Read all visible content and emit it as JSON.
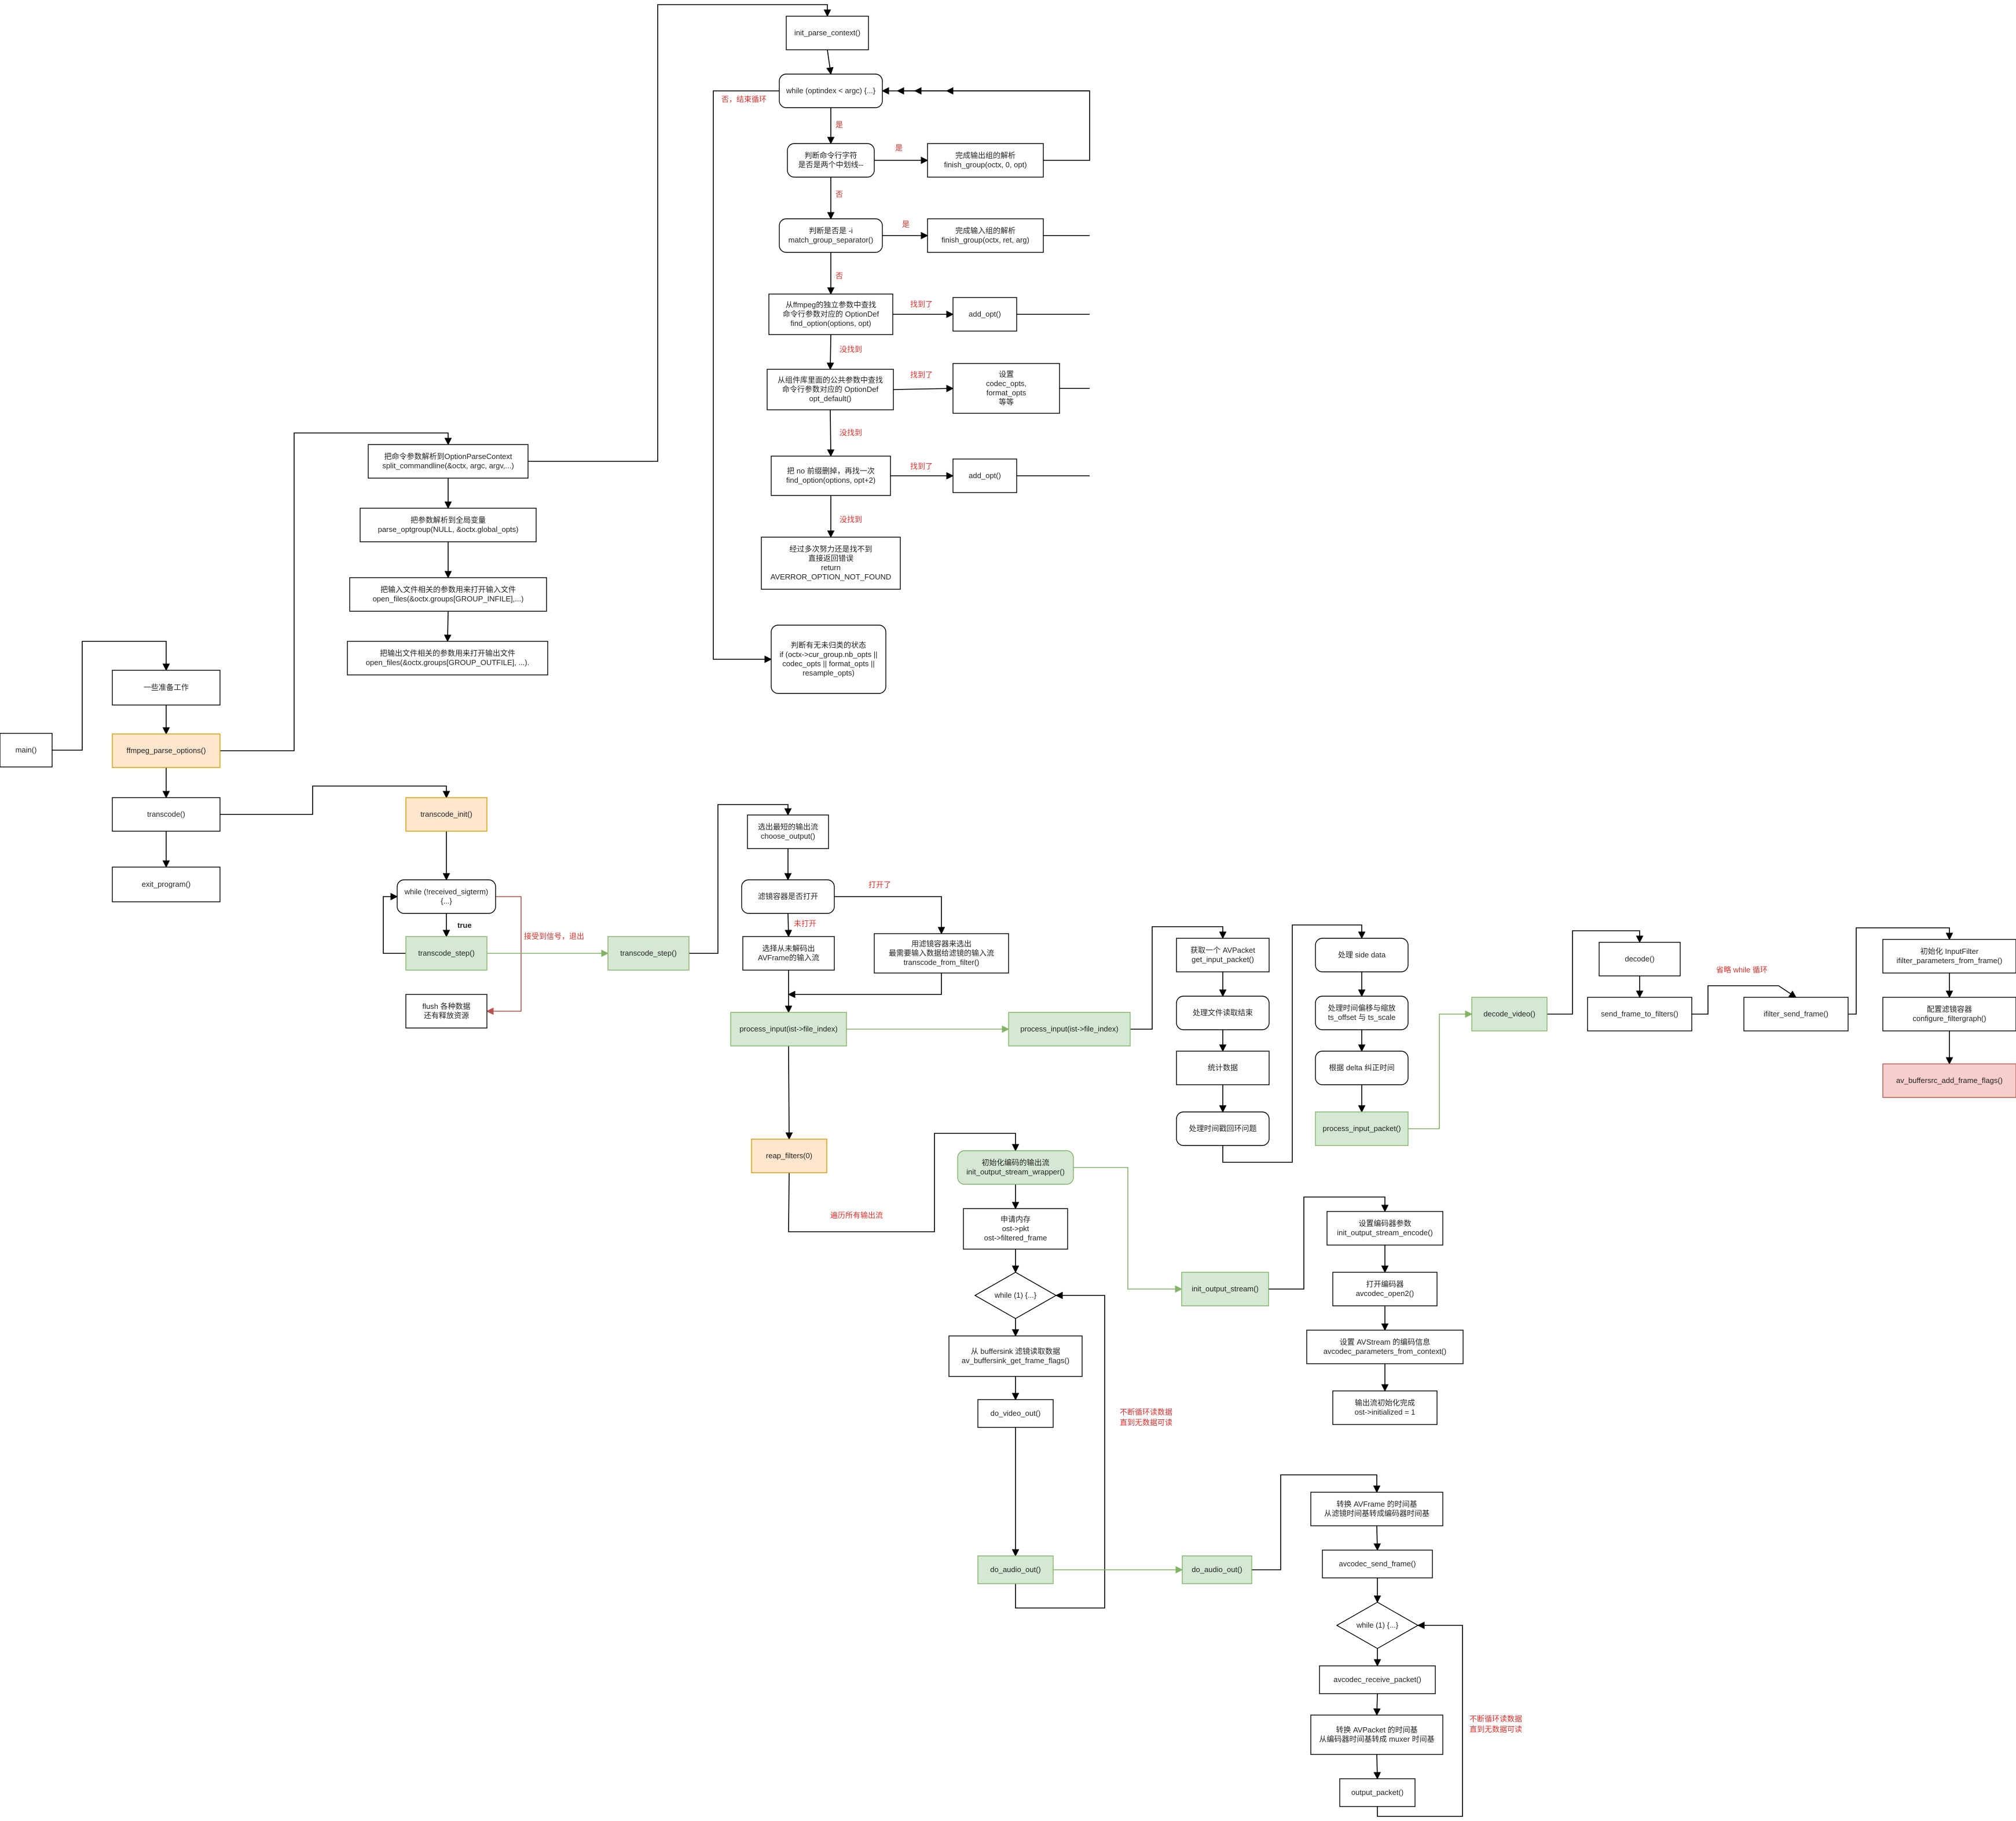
{
  "colors": {
    "line": "#000000",
    "green_line": "#82b366",
    "red_line": "#b85450",
    "label_red": "#e0312b",
    "fill_white": "#ffffff",
    "fill_orange": "#ffe6cc",
    "stroke_orange": "#d79b00",
    "fill_green": "#d5e8d4",
    "stroke_green": "#82b366",
    "fill_red": "#f8cecc",
    "stroke_red": "#b85450"
  },
  "nodes": [
    {
      "id": "main",
      "shape": "rect",
      "style": "plain",
      "lines": [
        "main()"
      ]
    },
    {
      "id": "prep",
      "shape": "rect",
      "style": "plain",
      "lines": [
        "一些准备工作"
      ]
    },
    {
      "id": "parse_opts",
      "shape": "rect",
      "style": "orange",
      "lines": [
        "ffmpeg_parse_options()"
      ]
    },
    {
      "id": "transcode",
      "shape": "rect",
      "style": "plain",
      "lines": [
        "transcode()"
      ]
    },
    {
      "id": "exit_program",
      "shape": "rect",
      "style": "plain",
      "lines": [
        "exit_program()"
      ]
    },
    {
      "id": "split_cmd",
      "shape": "rect",
      "style": "plain",
      "lines": [
        "把命令参数解析到OptionParseContext",
        "split_commandline(&octx, argc, argv,...)"
      ]
    },
    {
      "id": "parse_optgroup",
      "shape": "rect",
      "style": "plain",
      "lines": [
        "把参数解析到全局变量",
        "parse_optgroup(NULL, &octx.global_opts)"
      ]
    },
    {
      "id": "open_in",
      "shape": "rect",
      "style": "plain",
      "lines": [
        "把输入文件相关的参数用来打开输入文件",
        "open_files(&octx.groups[GROUP_INFILE],...)"
      ]
    },
    {
      "id": "open_out",
      "shape": "rect",
      "style": "plain",
      "lines": [
        "把输出文件相关的参数用来打开输出文件",
        "open_files(&octx.groups[GROUP_OUTFILE], ...)."
      ]
    },
    {
      "id": "init_parse",
      "shape": "rect",
      "style": "plain",
      "lines": [
        "init_parse_context()"
      ]
    },
    {
      "id": "while_opt",
      "shape": "round",
      "style": "plain",
      "lines": [
        "while (optindex < argc) {...}"
      ]
    },
    {
      "id": "judge_sep",
      "shape": "round",
      "style": "plain",
      "lines": [
        "判断命令行字符",
        "是否是两个中划线--"
      ]
    },
    {
      "id": "finish_out",
      "shape": "rect",
      "style": "plain",
      "lines": [
        "完成输出组的解析",
        "finish_group(octx, 0, opt)"
      ]
    },
    {
      "id": "judge_i",
      "shape": "round",
      "style": "plain",
      "lines": [
        "判断是否是 -i",
        "match_group_separator()"
      ]
    },
    {
      "id": "finish_in",
      "shape": "rect",
      "style": "plain",
      "lines": [
        "完成输入组的解析",
        "finish_group(octx, ret, arg)"
      ]
    },
    {
      "id": "find_option",
      "shape": "rect",
      "style": "plain",
      "lines": [
        "从ffmpeg的独立参数中查找",
        "命令行参数对应的 OptionDef",
        "find_option(options, opt)"
      ]
    },
    {
      "id": "add_opt1",
      "shape": "rect",
      "style": "plain",
      "lines": [
        "add_opt()"
      ]
    },
    {
      "id": "opt_default",
      "shape": "rect",
      "style": "plain",
      "lines": [
        "从组件库里面的公共参数中查找",
        "命令行参数对应的 OptionDef",
        "opt_default()"
      ]
    },
    {
      "id": "set_codec",
      "shape": "rect",
      "style": "plain",
      "lines": [
        "设置",
        "codec_opts,",
        "format_opts",
        "等等"
      ]
    },
    {
      "id": "find_no",
      "shape": "rect",
      "style": "plain",
      "lines": [
        "把 no 前缀删掉，再找一次",
        "find_option(options, opt+2)"
      ]
    },
    {
      "id": "add_opt2",
      "shape": "rect",
      "style": "plain",
      "lines": [
        "add_opt()"
      ]
    },
    {
      "id": "not_found",
      "shape": "rect",
      "style": "plain",
      "lines": [
        "经过多次努力还是找不到",
        "直接返回错误",
        "return",
        "AVERROR_OPTION_NOT_FOUND"
      ]
    },
    {
      "id": "judge_state",
      "shape": "round",
      "style": "plain",
      "lines": [
        "判断有无未归类的状态",
        "if (octx->cur_group.nb_opts ||",
        "codec_opts || format_opts ||",
        "resample_opts)"
      ]
    },
    {
      "id": "transcode_init",
      "shape": "rect",
      "style": "orange",
      "lines": [
        "transcode_init()"
      ]
    },
    {
      "id": "while_sig",
      "shape": "round",
      "style": "plain",
      "lines": [
        "while (!received_sigterm)",
        "{...}"
      ]
    },
    {
      "id": "step1",
      "shape": "rect",
      "style": "green",
      "lines": [
        "transcode_step()"
      ]
    },
    {
      "id": "flush",
      "shape": "rect",
      "style": "plain",
      "lines": [
        "flush 各种数据",
        "还有释放资源"
      ]
    },
    {
      "id": "step2",
      "shape": "rect",
      "style": "green",
      "lines": [
        "transcode_step()"
      ]
    },
    {
      "id": "choose_output",
      "shape": "rect",
      "style": "plain",
      "lines": [
        "选出最短的输出流",
        "choose_output()"
      ]
    },
    {
      "id": "filter_open",
      "shape": "round",
      "style": "plain",
      "lines": [
        "滤镜容器是否打开"
      ]
    },
    {
      "id": "select_in",
      "shape": "rect",
      "style": "plain",
      "lines": [
        "选择从未解码出",
        "AVFrame的输入流"
      ]
    },
    {
      "id": "from_filter",
      "shape": "rect",
      "style": "plain",
      "lines": [
        "用滤镜容器来选出",
        "最需要输入数据给滤镜的输入流",
        "transcode_from_filter()"
      ]
    },
    {
      "id": "proc_in1",
      "shape": "rect",
      "style": "green",
      "lines": [
        "process_input(ist->file_index)"
      ]
    },
    {
      "id": "proc_in2",
      "shape": "rect",
      "style": "green",
      "lines": [
        "process_input(ist->file_index)"
      ]
    },
    {
      "id": "get_packet",
      "shape": "rect",
      "style": "plain",
      "lines": [
        "获取一个 AVPacket",
        "get_input_packet()"
      ]
    },
    {
      "id": "eof",
      "shape": "round",
      "style": "plain",
      "lines": [
        "处理文件读取结束"
      ]
    },
    {
      "id": "stats",
      "shape": "rect",
      "style": "plain",
      "lines": [
        "统计数据"
      ]
    },
    {
      "id": "ts_wrap",
      "shape": "round",
      "style": "plain",
      "lines": [
        "处理时间戳回环问题"
      ]
    },
    {
      "id": "side_data",
      "shape": "round",
      "style": "plain",
      "lines": [
        "处理 side data"
      ]
    },
    {
      "id": "ts_offset",
      "shape": "round",
      "style": "plain",
      "lines": [
        "处理时间偏移与缩放",
        "ts_offset 与 ts_scale"
      ]
    },
    {
      "id": "delta",
      "shape": "round",
      "style": "plain",
      "lines": [
        "根据 delta 纠正时间"
      ]
    },
    {
      "id": "proc_pkt",
      "shape": "rect",
      "style": "green",
      "lines": [
        "process_input_packet()"
      ]
    },
    {
      "id": "decode_video",
      "shape": "rect",
      "style": "green",
      "lines": [
        "decode_video()"
      ]
    },
    {
      "id": "decode",
      "shape": "rect",
      "style": "plain",
      "lines": [
        "decode()"
      ]
    },
    {
      "id": "send_filters",
      "shape": "rect",
      "style": "plain",
      "lines": [
        "send_frame_to_filters()"
      ]
    },
    {
      "id": "ifilter_send",
      "shape": "rect",
      "style": "plain",
      "lines": [
        "ifilter_send_frame()"
      ]
    },
    {
      "id": "init_ifilter",
      "shape": "rect",
      "style": "plain",
      "lines": [
        "初始化 InputFilter",
        "ifilter_parameters_from_frame()"
      ]
    },
    {
      "id": "config_fg",
      "shape": "rect",
      "style": "plain",
      "lines": [
        "配置滤镜容器",
        "configure_filtergraph()"
      ]
    },
    {
      "id": "buffersrc",
      "shape": "rect",
      "style": "red",
      "lines": [
        "av_buffersrc_add_frame_flags()"
      ]
    },
    {
      "id": "reap",
      "shape": "rect",
      "style": "orange",
      "lines": [
        "reap_filters(0)"
      ]
    },
    {
      "id": "init_wrapper",
      "shape": "round",
      "style": "green",
      "lines": [
        "初始化编码的输出流",
        "init_output_stream_wrapper()"
      ]
    },
    {
      "id": "alloc",
      "shape": "rect",
      "style": "plain",
      "lines": [
        "申请内存",
        "ost->pkt",
        "ost->filtered_frame"
      ]
    },
    {
      "id": "while1_a",
      "shape": "diamond",
      "style": "plain",
      "lines": [
        "while (1) {...}"
      ]
    },
    {
      "id": "get_frame",
      "shape": "rect",
      "style": "plain",
      "lines": [
        "从 buffersink 滤镜读取数据",
        "av_buffersink_get_frame_flags()"
      ]
    },
    {
      "id": "video_out",
      "shape": "rect",
      "style": "plain",
      "lines": [
        "do_video_out()"
      ]
    },
    {
      "id": "audio_out1",
      "shape": "rect",
      "style": "green",
      "lines": [
        "do_audio_out()"
      ]
    },
    {
      "id": "init_os",
      "shape": "rect",
      "style": "green",
      "lines": [
        "init_output_stream()"
      ]
    },
    {
      "id": "enc_params",
      "shape": "rect",
      "style": "plain",
      "lines": [
        "设置编码器参数",
        "init_output_stream_encode()"
      ]
    },
    {
      "id": "open_enc",
      "shape": "rect",
      "style": "plain",
      "lines": [
        "打开编码器",
        "avcodec_open2()"
      ]
    },
    {
      "id": "set_stream",
      "shape": "rect",
      "style": "plain",
      "lines": [
        "设置 AVStream 的编码信息",
        "avcodec_parameters_from_context()"
      ]
    },
    {
      "id": "init_done",
      "shape": "rect",
      "style": "plain",
      "lines": [
        "输出流初始化完成",
        "ost->initialized = 1"
      ]
    },
    {
      "id": "audio_out2",
      "shape": "rect",
      "style": "green",
      "lines": [
        "do_audio_out()"
      ]
    },
    {
      "id": "conv_frame",
      "shape": "rect",
      "style": "plain",
      "lines": [
        "转换 AVFrame 的时间基",
        "从滤镜时间基转成编码器时间基"
      ]
    },
    {
      "id": "send_frame",
      "shape": "rect",
      "style": "plain",
      "lines": [
        "avcodec_send_frame()"
      ]
    },
    {
      "id": "while1_b",
      "shape": "diamond",
      "style": "plain",
      "lines": [
        "while (1) {...}"
      ]
    },
    {
      "id": "recv_packet",
      "shape": "rect",
      "style": "plain",
      "lines": [
        "avcodec_receive_packet()"
      ]
    },
    {
      "id": "conv_packet",
      "shape": "rect",
      "style": "plain",
      "lines": [
        "转换 AVPacket 的时间基",
        "从编码器时间基转成 muxer 时间基"
      ]
    },
    {
      "id": "output_packet",
      "shape": "rect",
      "style": "plain",
      "lines": [
        "output_packet()"
      ]
    }
  ],
  "labels": [
    {
      "id": "l_no_end",
      "text": "否，结束循环",
      "style": "red"
    },
    {
      "id": "l_yes1",
      "text": "是",
      "style": "red"
    },
    {
      "id": "l_yes2",
      "text": "是",
      "style": "red"
    },
    {
      "id": "l_no1",
      "text": "否",
      "style": "red"
    },
    {
      "id": "l_yes3",
      "text": "是",
      "style": "red"
    },
    {
      "id": "l_no2",
      "text": "否",
      "style": "red"
    },
    {
      "id": "l_found1",
      "text": "找到了",
      "style": "red"
    },
    {
      "id": "l_notfound1",
      "text": "没找到",
      "style": "red"
    },
    {
      "id": "l_found2",
      "text": "找到了",
      "style": "red"
    },
    {
      "id": "l_notfound2",
      "text": "没找到",
      "style": "red"
    },
    {
      "id": "l_found3",
      "text": "找到了",
      "style": "red"
    },
    {
      "id": "l_notfound3",
      "text": "没找到",
      "style": "red"
    },
    {
      "id": "l_true",
      "text": "true",
      "style": "bold"
    },
    {
      "id": "l_signal",
      "text": "接受到信号，退出",
      "style": "red"
    },
    {
      "id": "l_opened",
      "text": "打开了",
      "style": "red"
    },
    {
      "id": "l_notopened",
      "text": "未打开",
      "style": "red"
    },
    {
      "id": "l_skip_while",
      "text": "省略 while 循环",
      "style": "red"
    },
    {
      "id": "l_iterate",
      "text": "遍历所有输出流",
      "style": "red"
    },
    {
      "id": "l_loop_a1",
      "text": "不断循环读数据",
      "style": "red"
    },
    {
      "id": "l_loop_a2",
      "text": "直到无数据可读",
      "style": "red"
    },
    {
      "id": "l_loop_b1",
      "text": "不断循环读数据",
      "style": "red"
    },
    {
      "id": "l_loop_b2",
      "text": "直到无数据可读",
      "style": "red"
    }
  ]
}
